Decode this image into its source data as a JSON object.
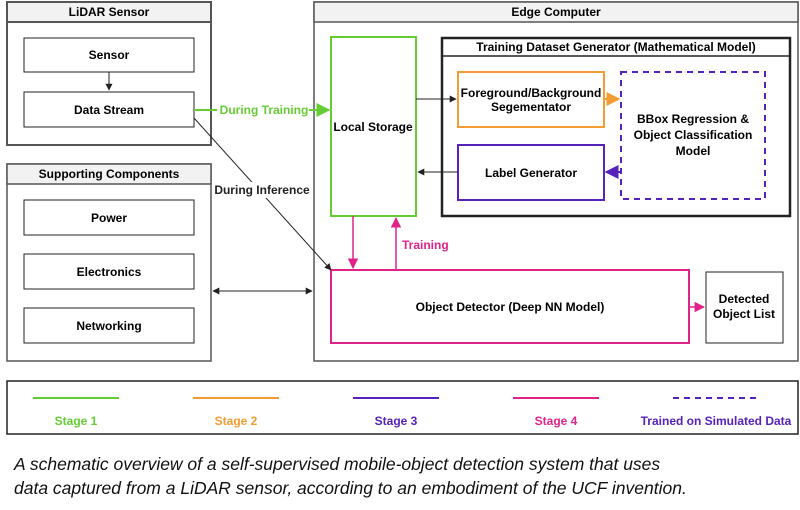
{
  "colors": {
    "stage1": "#66cc33",
    "stage2": "#f39c33",
    "stage3": "#5522bb",
    "stage4": "#e0238a",
    "line": "#222222",
    "panel_header": "#f2f2f2"
  },
  "panels": {
    "lidar_title": "LiDAR Sensor",
    "supporting_title": "Supporting Components",
    "edge_title": "Edge Computer",
    "generator_title": "Training Dataset Generator (Mathematical Model)"
  },
  "boxes": {
    "sensor": "Sensor",
    "data_stream": "Data Stream",
    "power": "Power",
    "electronics": "Electronics",
    "networking": "Networking",
    "local_storage": "Local Storage",
    "segmentator_line1": "Foreground/Background",
    "segmentator_line2": "Segementator",
    "bbox_line1": "BBox Regression &",
    "bbox_line2": "Object Classification",
    "bbox_line3": "Model",
    "label_generator": "Label Generator",
    "object_detector": "Object Detector (Deep NN Model)",
    "detected_line1": "Detected",
    "detected_line2": "Object List"
  },
  "edge_labels": {
    "during_training": "During Training",
    "during_inference": "During Inference",
    "training": "Training"
  },
  "legend": [
    {
      "label": "Stage 1",
      "color": "#66cc33",
      "style": "solid"
    },
    {
      "label": "Stage 2",
      "color": "#f39c33",
      "style": "solid"
    },
    {
      "label": "Stage 3",
      "color": "#5522bb",
      "style": "solid"
    },
    {
      "label": "Stage 4",
      "color": "#e0238a",
      "style": "solid"
    },
    {
      "label": "Trained on Simulated Data",
      "color": "#5522bb",
      "style": "dashed"
    }
  ],
  "caption": {
    "line1": "A schematic overview of a self-supervised mobile-object detection system that uses",
    "line2": "data captured from a LiDAR sensor, according to an embodiment of the UCF invention."
  }
}
